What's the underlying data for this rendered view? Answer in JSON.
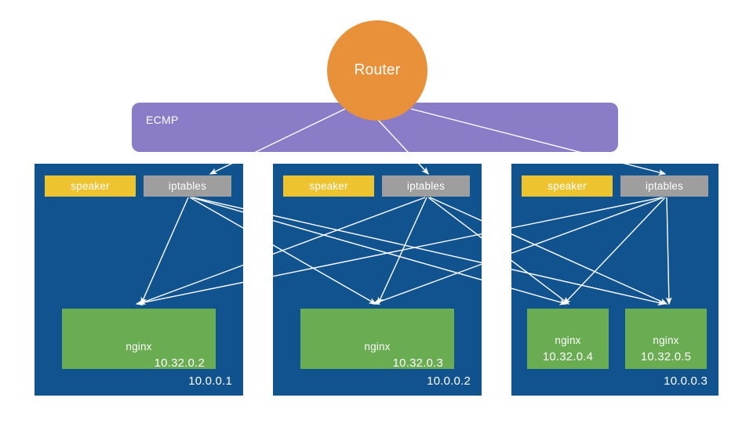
{
  "diagram": {
    "title_node": {
      "label": "Router",
      "color": "#e8913a"
    },
    "ecmp": {
      "label": "ECMP",
      "color": "#8b7cc8"
    },
    "colors": {
      "node_bg": "#11538f",
      "speaker": "#edc430",
      "iptables": "#9e9e9e",
      "pod": "#6aac52",
      "edge": "#ffffff",
      "background": "#ffffff"
    },
    "nodes": [
      {
        "ip": "10.0.0.1",
        "services": [
          {
            "name": "speaker"
          },
          {
            "name": "iptables"
          }
        ],
        "pods": [
          {
            "name": "nginx",
            "ip": "10.32.0.2"
          }
        ]
      },
      {
        "ip": "10.0.0.2",
        "services": [
          {
            "name": "speaker"
          },
          {
            "name": "iptables"
          }
        ],
        "pods": [
          {
            "name": "nginx",
            "ip": "10.32.0.3"
          }
        ]
      },
      {
        "ip": "10.0.0.3",
        "services": [
          {
            "name": "speaker"
          },
          {
            "name": "iptables"
          }
        ],
        "pods": [
          {
            "name": "nginx",
            "ip": "10.32.0.4"
          },
          {
            "name": "nginx",
            "ip": "10.32.0.5"
          }
        ]
      }
    ]
  }
}
